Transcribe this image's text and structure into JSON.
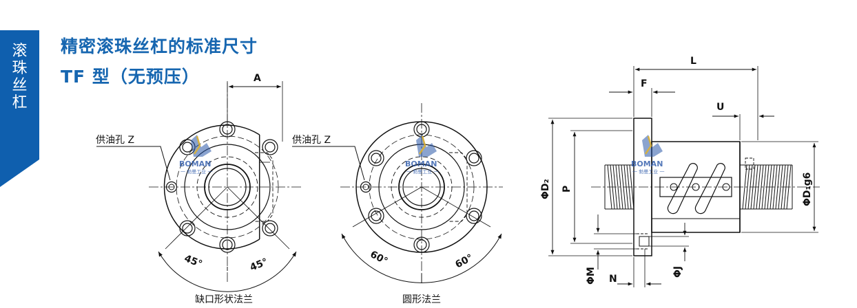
{
  "side_tab": {
    "chars": [
      "滚",
      "珠",
      "丝",
      "杠"
    ],
    "color": "#0f5fae"
  },
  "title": {
    "line1": "精密滚珠丝杠的标准尺寸",
    "line2": "TF 型（无预压）",
    "color": "#1666b0"
  },
  "watermark": {
    "brand": "BOMAN",
    "sub": "一 勃曼工业 一",
    "color": "#2a57a8"
  },
  "left_view": {
    "dim_a": "A",
    "oil_hole": "供油孔 Z",
    "angle1": "45°",
    "angle2": "45°",
    "caption": "缺口形状法兰"
  },
  "mid_view": {
    "oil_hole": "供油孔 Z",
    "angle1": "60°",
    "angle2": "60°",
    "caption": "圆形法兰"
  },
  "side_view": {
    "L": "L",
    "F": "F",
    "U": "U",
    "D2": "ΦD₂",
    "P": "P",
    "D1": "ΦD₁g6",
    "M": "ΦM",
    "N": "N",
    "J": "ΦJ"
  }
}
